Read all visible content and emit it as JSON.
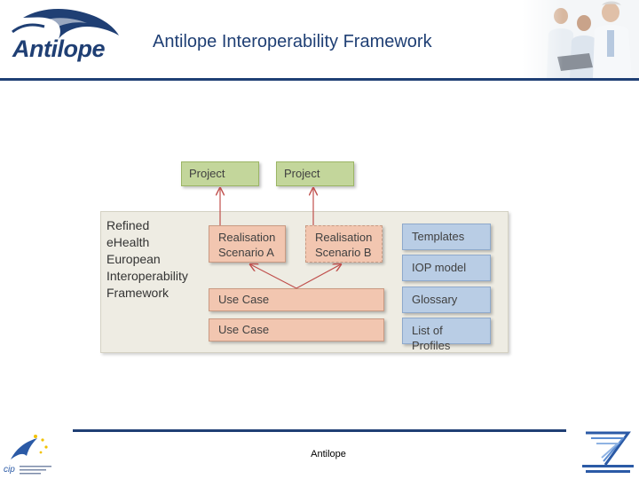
{
  "header": {
    "logo_text": "Antilope",
    "title": "Antilope Interoperability Framework"
  },
  "diagram": {
    "panel_label_lines": [
      "Refined",
      "eHealth",
      "European",
      "Interoperability",
      "Framework"
    ],
    "projects": [
      "Project",
      "Project"
    ],
    "scenarios": [
      {
        "line1": "Realisation",
        "line2": "Scenario A"
      },
      {
        "line1": "Realisation",
        "line2": "Scenario B"
      }
    ],
    "use_cases": [
      "Use Case",
      "Use Case"
    ],
    "resources": [
      "Templates",
      "IOP model",
      "Glossary",
      "List of Profiles"
    ],
    "colors": {
      "project_fill": "#c3d69b",
      "scenario_fill": "#f2c6b0",
      "resource_fill": "#b9cde5",
      "panel_fill": "#eeece3",
      "arrow": "#c0504d"
    }
  },
  "footer": {
    "text": "Antilope"
  }
}
